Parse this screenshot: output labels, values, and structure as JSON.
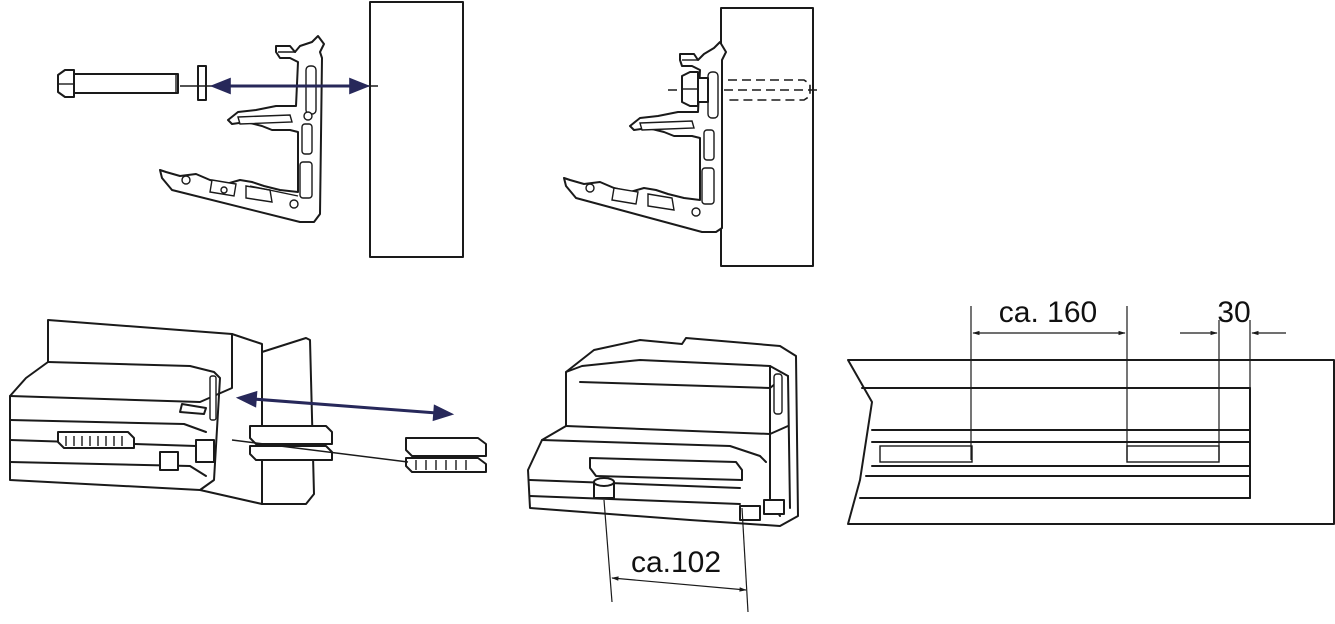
{
  "colors": {
    "arrow": "#27285a",
    "line": "#1a1a1a",
    "background": "#ffffff"
  },
  "dimensions": {
    "spacing_label": "ca. 160",
    "edge_label": "30",
    "width_label": "ca.102"
  }
}
